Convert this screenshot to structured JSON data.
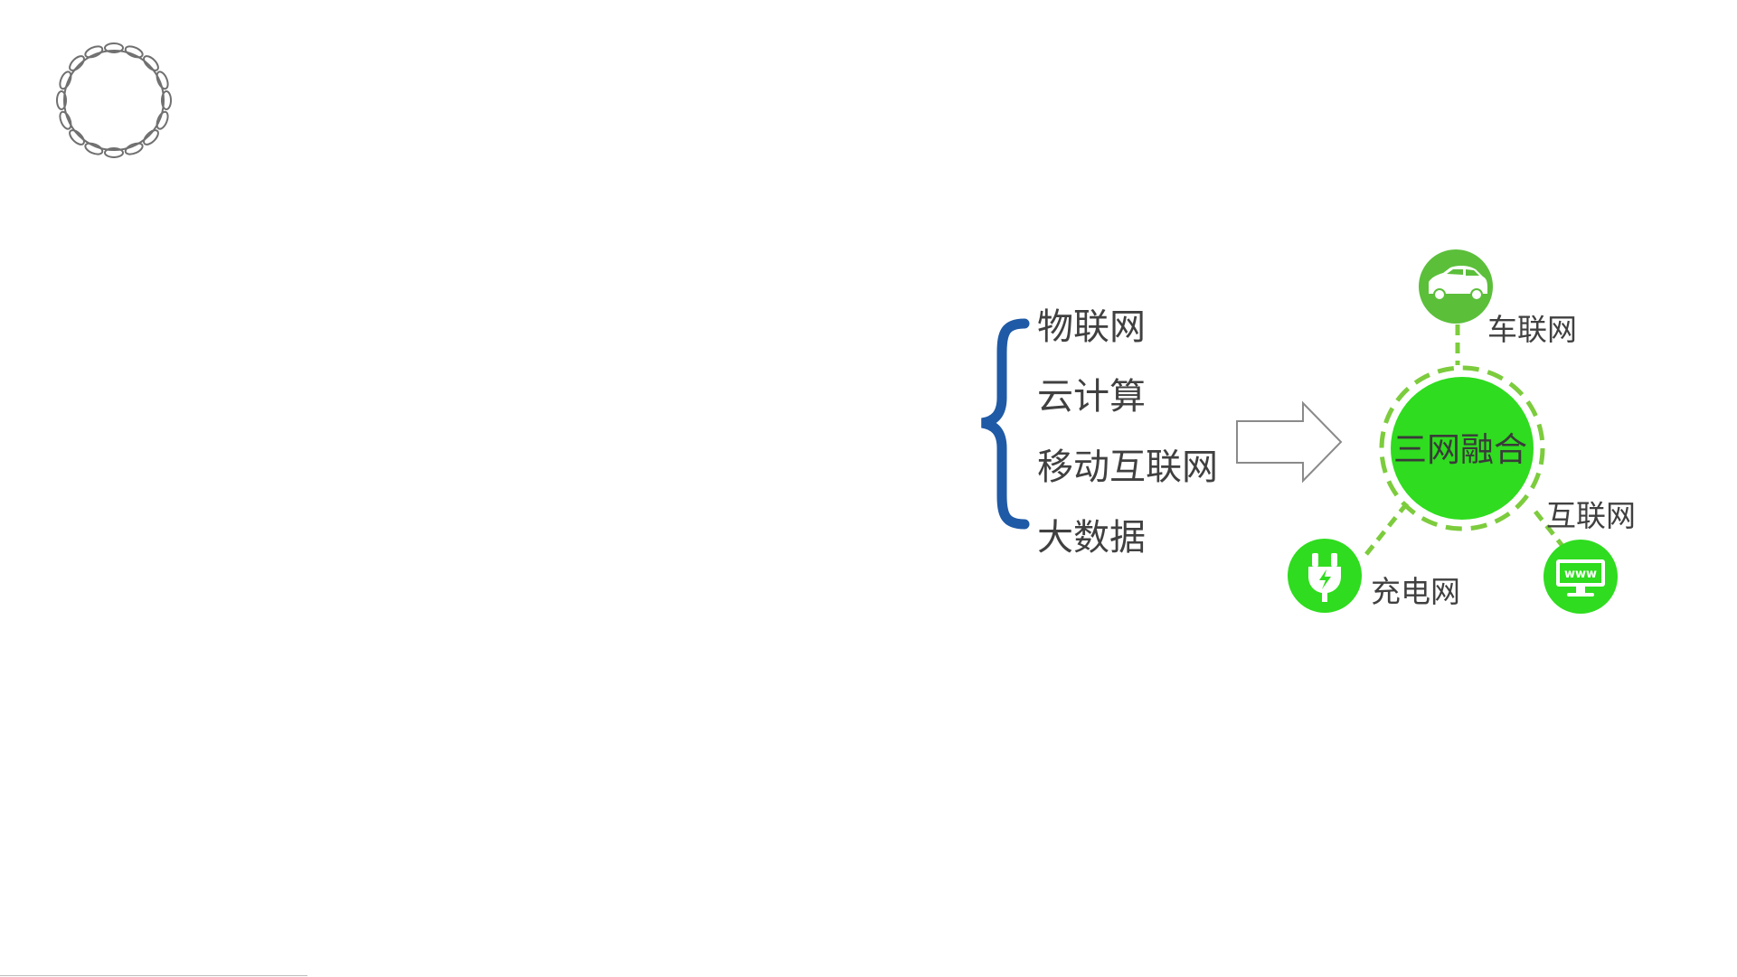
{
  "terms": [
    "物联网",
    "云计算",
    "移动互联网",
    "大数据"
  ],
  "center": {
    "label": "三网融合",
    "fill": "#2fdc1f",
    "ring_color": "#7ccc3d"
  },
  "nodes": {
    "vehicle": {
      "label": "车联网",
      "icon": "car-icon",
      "fill": "#5bbf3a"
    },
    "internet": {
      "label": "互联网",
      "icon": "monitor-www-icon",
      "icon_text": "www",
      "fill": "#2fdc1f"
    },
    "charging": {
      "label": "充电网",
      "icon": "plug-icon",
      "fill": "#2fdc1f"
    }
  },
  "brace_color": "#1f5aa6",
  "logo": {
    "icon": "ornamental-ring-icon"
  }
}
